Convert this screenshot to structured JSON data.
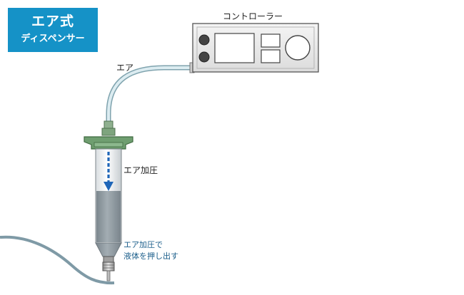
{
  "title": {
    "main": "エア式",
    "sub": "ディスペンサー"
  },
  "labels": {
    "controller": "コントローラー",
    "air": "エア",
    "air_pressure": "エア加圧",
    "push_line1": "エア加圧で",
    "push_line2": "液体を押し出す"
  },
  "colors": {
    "title_bg": "#1592c7",
    "tube": "#d4e8ee",
    "syringe_cap": "#6f9e70",
    "fluid": "#8e9aa1",
    "arrow": "#1f66b8",
    "caption_blue": "#1a5d8a"
  }
}
